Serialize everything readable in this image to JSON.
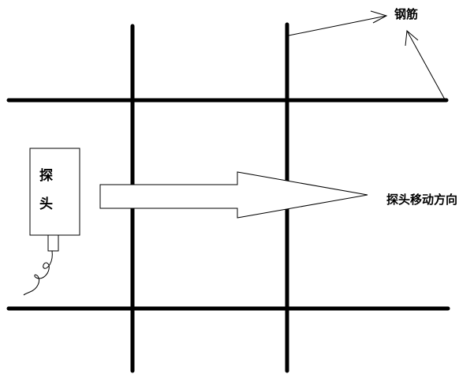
{
  "labels": {
    "rebar": "钢筋",
    "direction": "探头移动方向",
    "probe_char_1": "探",
    "probe_char_2": "头"
  },
  "colors": {
    "line": "#000000",
    "background": "#ffffff"
  }
}
